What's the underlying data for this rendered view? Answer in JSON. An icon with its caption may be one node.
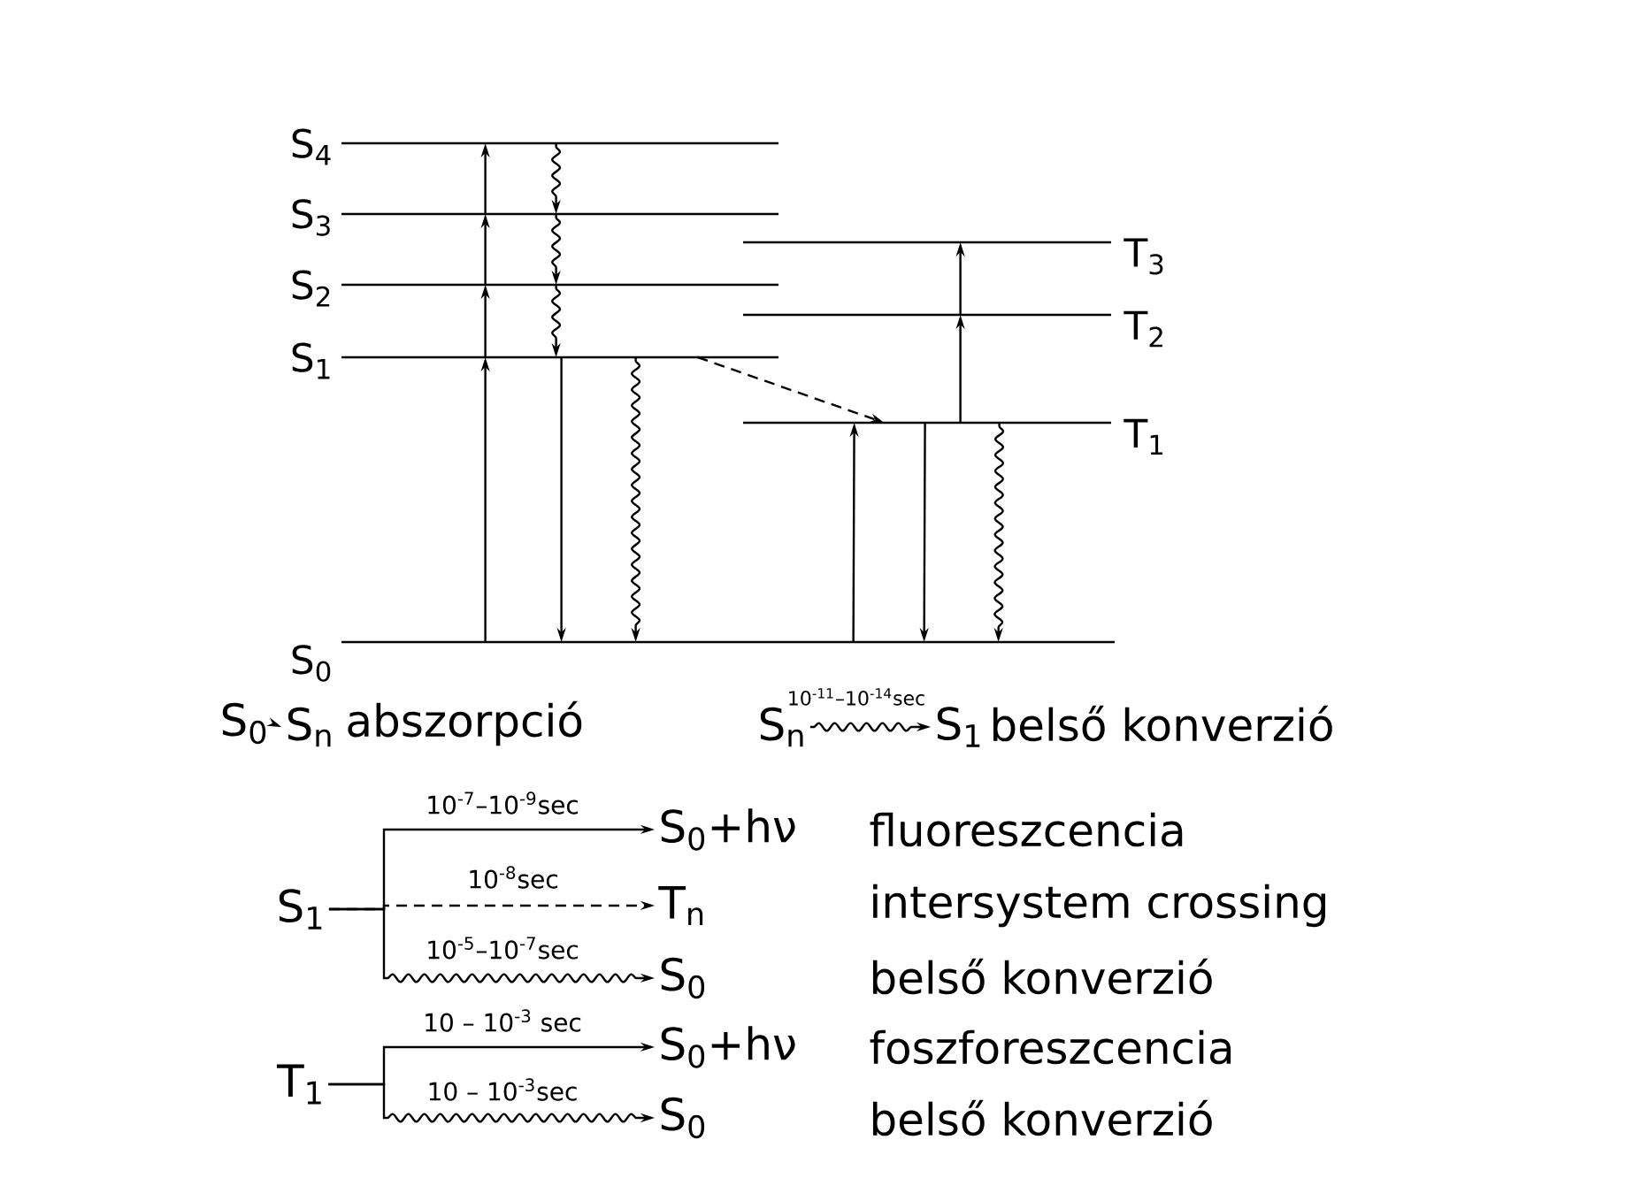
{
  "diagram": {
    "nodes": [
      {
        "text": [
          "S$_{4}$"
        ]
      },
      {
        "text": [
          "S$_{3}$"
        ]
      },
      {
        "text": [
          "S$_{2}$"
        ]
      },
      {
        "text": [
          "S$_{1}$"
        ]
      },
      {
        "text": [
          "T$_{3}$"
        ]
      },
      {
        "text": [
          "T$_{2}$"
        ]
      },
      {
        "text": [
          "T$_{1}$"
        ]
      },
      {
        "text": [
          "S$_{0}$"
        ]
      },
      {
        "text": [
          "S$_{0}$"
        ]
      },
      {
        "text": [
          "S$_{n}$"
        ]
      },
      {
        "text": [
          "S$_{n}$"
        ]
      },
      {
        "text": [
          "S$_{1}$"
        ]
      },
      {
        "text": [
          "S$_{1}$"
        ]
      },
      {
        "text": [
          "S$_{0}$+hν"
        ]
      },
      {
        "text": [
          "T$_{n}$"
        ]
      },
      {
        "text": [
          "S$_{0}$"
        ]
      },
      {
        "text": [
          "T$_{1}$"
        ]
      },
      {
        "text": [
          "S$_{0}$+hν"
        ]
      },
      {
        "text": [
          "S$_{0}$"
        ]
      }
    ],
    "edges": [
      {
        "from": 7,
        "to": 3,
        "arrow": "to"
      },
      {
        "from": 3,
        "to": 2,
        "arrow": "to"
      },
      {
        "from": 2,
        "to": 1,
        "arrow": "to"
      },
      {
        "from": 1,
        "to": 0,
        "arrow": "to"
      },
      {
        "from": 0,
        "to": 1,
        "arrow": "to"
      },
      {
        "from": 1,
        "to": 2,
        "arrow": "to"
      },
      {
        "from": 2,
        "to": 3,
        "arrow": "to"
      },
      {
        "from": 3,
        "to": 7,
        "arrow": "to"
      },
      {
        "from": 3,
        "to": 7,
        "arrow": "to"
      },
      {
        "from": 3,
        "to": 6,
        "arrow": "to",
        "style": "dashed"
      },
      {
        "from": 7,
        "to": 6,
        "arrow": "to"
      },
      {
        "from": 6,
        "to": 7,
        "arrow": "to"
      },
      {
        "from": 6,
        "to": 7,
        "arrow": "to"
      },
      {
        "from": 6,
        "to": 5,
        "arrow": "to"
      },
      {
        "from": 5,
        "to": 4,
        "arrow": "to"
      },
      {
        "from": 8,
        "to": 9,
        "arrow": "to"
      },
      {
        "from": 10,
        "to": 11,
        "arrow": "to",
        "label": "10$^{-11}$–10$^{-14}$sec"
      },
      {
        "from": 12,
        "to": 13,
        "arrow": "to",
        "label": "10$^{-7}$–10$^{-9}$sec"
      },
      {
        "from": 12,
        "to": 14,
        "arrow": "to",
        "style": "dashed",
        "label": "10$^{-8}$sec"
      },
      {
        "from": 12,
        "to": 15,
        "arrow": "to",
        "label": "10$^{-5}$–10$^{-7}$sec"
      },
      {
        "from": 16,
        "to": 17,
        "arrow": "to",
        "label": "10 – 10$^{-3}$ sec"
      },
      {
        "from": 16,
        "to": 18,
        "arrow": "to",
        "label": "10 – 10$^{-3}$sec"
      }
    ],
    "labels": [
      "abszorpció",
      "belső konverzió",
      "fluoreszcencia",
      "intersystem crossing",
      "belső konverzió",
      "foszforeszcencia",
      "belső konverzió"
    ]
  }
}
